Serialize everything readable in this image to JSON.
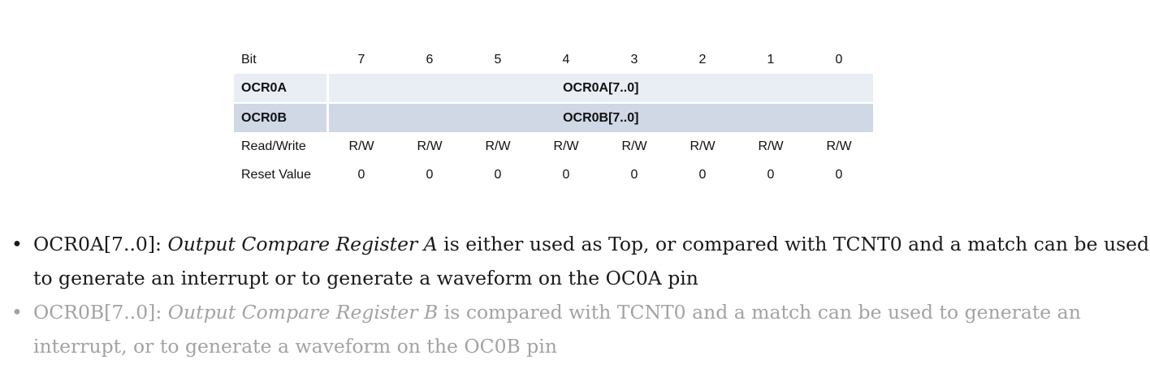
{
  "register_table": {
    "header": {
      "label": "Bit",
      "bits": [
        "7",
        "6",
        "5",
        "4",
        "3",
        "2",
        "1",
        "0"
      ]
    },
    "registers": [
      {
        "name": "OCR0A",
        "field": "OCR0A[7..0]"
      },
      {
        "name": "OCR0B",
        "field": "OCR0B[7..0]"
      }
    ],
    "read_write": {
      "label": "Read/Write",
      "values": [
        "R/W",
        "R/W",
        "R/W",
        "R/W",
        "R/W",
        "R/W",
        "R/W",
        "R/W"
      ]
    },
    "reset_value": {
      "label": "Reset Value",
      "values": [
        "0",
        "0",
        "0",
        "0",
        "0",
        "0",
        "0",
        "0"
      ]
    }
  },
  "descriptions": [
    {
      "bullet": "•",
      "field": "OCR0A[7..0]",
      "separator": ": ",
      "emphasis": "Output Compare Register A",
      "text": " is either used as Top, or compared with TCNT0 and a match can be used to generate an interrupt or to generate a waveform on the OC0A pin"
    },
    {
      "bullet": "•",
      "field": "OCR0B[7..0]",
      "separator": ": ",
      "emphasis": "Output Compare Register B",
      "text": " is compared with TCNT0 and a match can be used to generate an interrupt, or to generate a waveform on the OC0B pin"
    }
  ],
  "colors": {
    "ocr0a_row_bg": "#e9eef5",
    "ocr0b_row_bg": "#d0d8e6",
    "faded_text": "#a3a3a3"
  }
}
